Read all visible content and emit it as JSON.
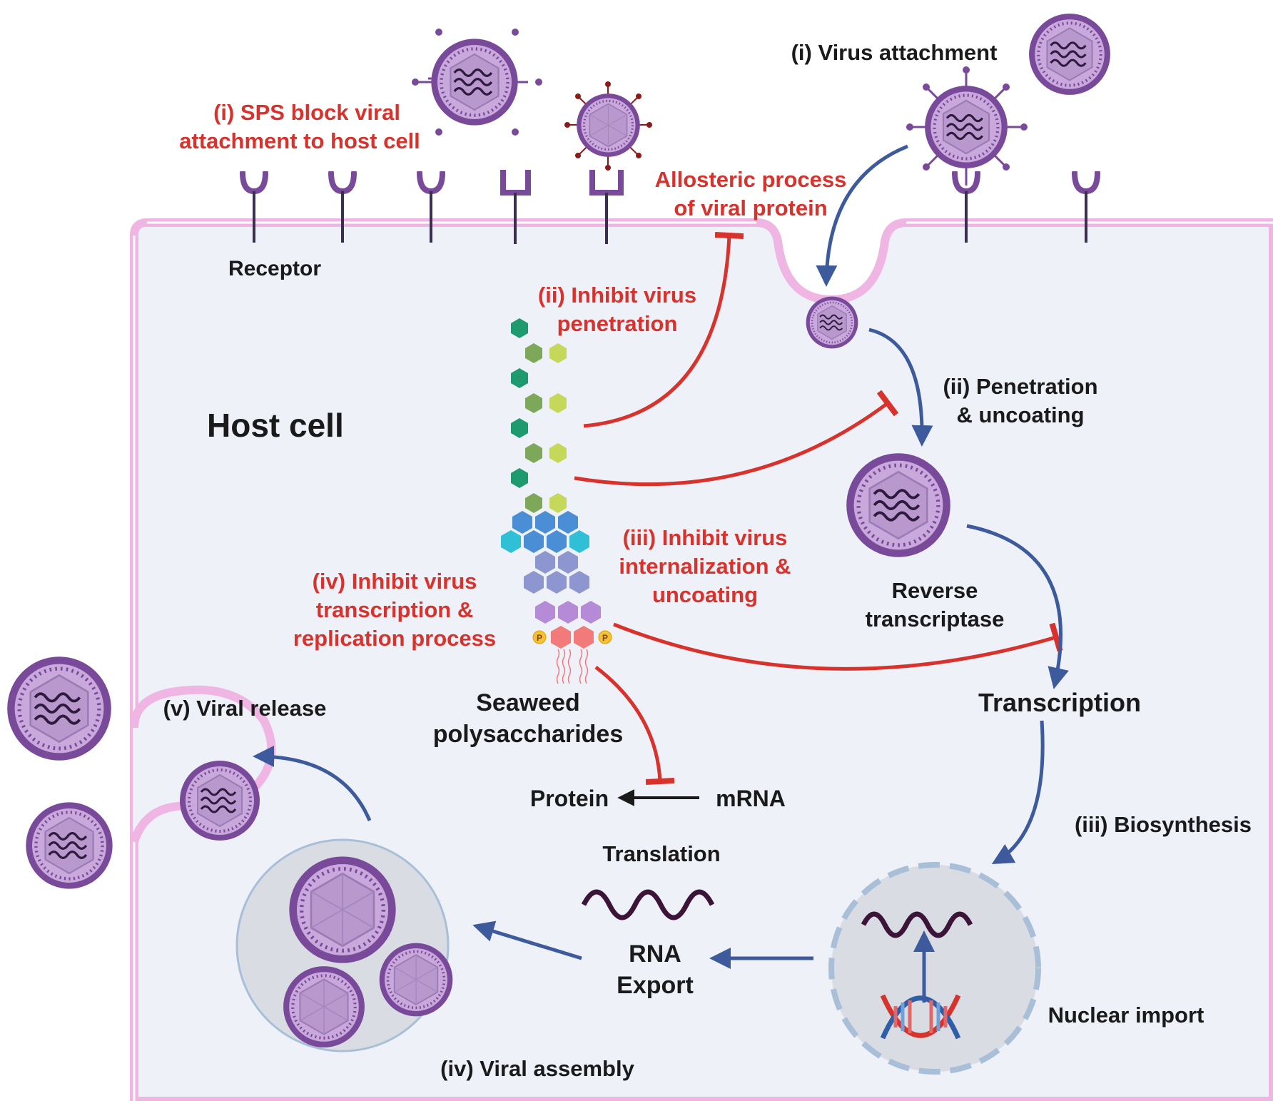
{
  "colors": {
    "inhibit_red": "#d8322c",
    "process_blue": "#3d5a9c",
    "virus_purple": "#7a4a9a",
    "membrane_pink": "#efb6e3",
    "cytoplasm": "#eef1f8"
  },
  "labels": {
    "host_cell": "Host cell",
    "receptor": "Receptor",
    "sps_block_1": "(i) SPS block viral",
    "sps_block_2": "attachment to host cell",
    "allosteric_1": "Allosteric process",
    "allosteric_2": "of viral protein",
    "inhibit_penetration_1": "(ii) Inhibit virus",
    "inhibit_penetration_2": "penetration",
    "inhibit_internalization_1": "(iii) Inhibit virus",
    "inhibit_internalization_2": "internalization &",
    "inhibit_internalization_3": "uncoating",
    "inhibit_transcription_1": "(iv) Inhibit virus",
    "inhibit_transcription_2": "transcription &",
    "inhibit_transcription_3": "replication process",
    "seaweed_1": "Seaweed",
    "seaweed_2": "polysaccharides",
    "virus_attachment": "(i) Virus attachment",
    "penetration_1": "(ii) Penetration",
    "penetration_2": "& uncoating",
    "reverse_1": "Reverse",
    "reverse_2": "transcriptase",
    "transcription": "Transcription",
    "biosynthesis": "(iii) Biosynthesis",
    "nuclear_import": "Nuclear import",
    "rna_export_1": "RNA",
    "rna_export_2": "Export",
    "translation": "Translation",
    "protein": "Protein",
    "mrna": "mRNA",
    "viral_release": "(v) Viral release",
    "viral_assembly": "(iv) Viral assembly",
    "phosphate": "P"
  },
  "icons": [
    "virus-icon",
    "receptor-icon",
    "polysaccharide-chain-icon",
    "dna-helix-icon",
    "rna-strand-icon",
    "nucleus-icon",
    "vesicle-icon"
  ]
}
